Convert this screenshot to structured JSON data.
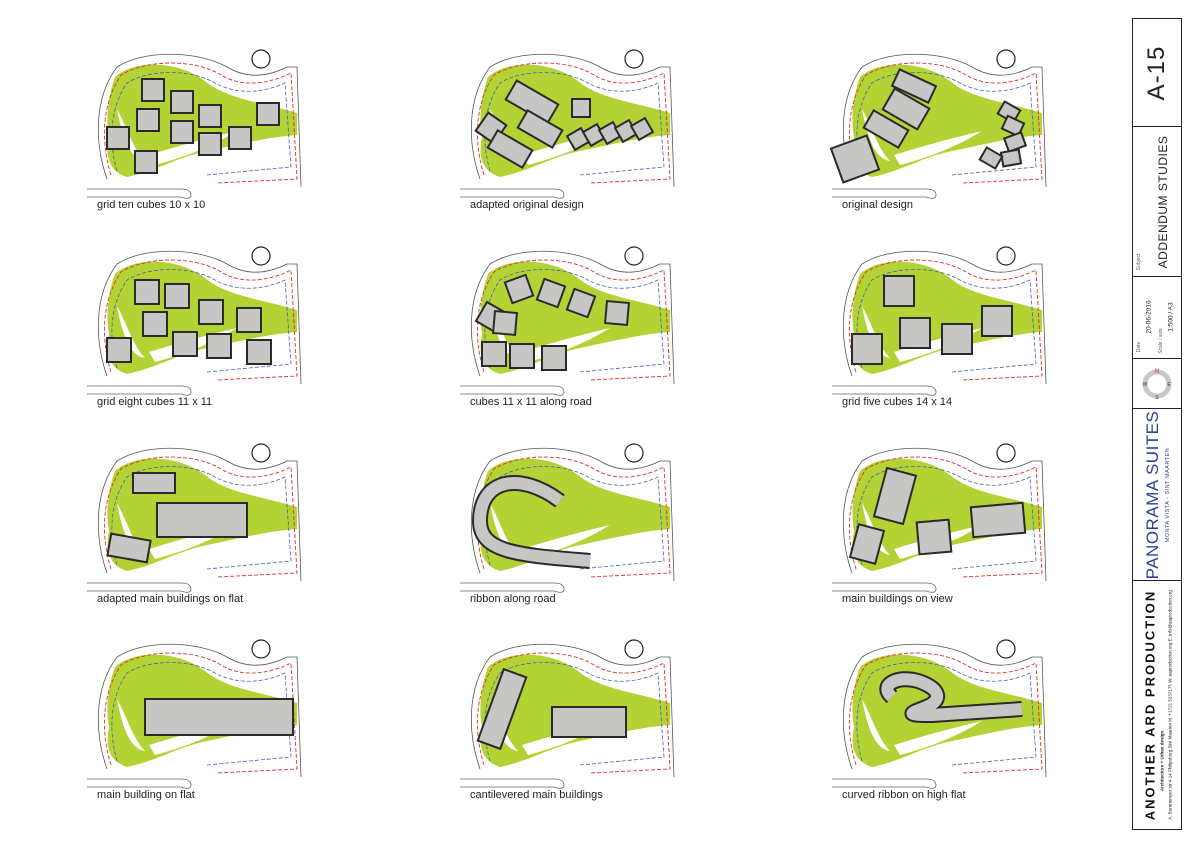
{
  "studies": [
    {
      "caption": "grid ten cubes 10 x 10"
    },
    {
      "caption": "adapted original design"
    },
    {
      "caption": "original design"
    },
    {
      "caption": "grid eight cubes 11 x 11"
    },
    {
      "caption": "cubes 11 x 11 along road"
    },
    {
      "caption": "grid five cubes 14 x 14"
    },
    {
      "caption": "adapted main buildings on flat"
    },
    {
      "caption": "ribbon along road"
    },
    {
      "caption": "main buildings on view"
    },
    {
      "caption": "main building on flat"
    },
    {
      "caption": "cantilevered main buildings"
    },
    {
      "caption": "curved ribbon on high flat"
    }
  ],
  "title_block": {
    "sheet_number": "A-15",
    "subject_label": "Subject",
    "subject": "ADDENDUM STUDIES",
    "date_label": "Date",
    "date": "20-06-2016",
    "scale_label": "Scale / size",
    "scale": "1:500 / A3",
    "compass": {
      "n": "N",
      "e": "E",
      "s": "S",
      "w": "W"
    },
    "project": "PANORAMA SUITES",
    "project_location": "MONTA VISTA - SINT MAARTEN",
    "firm": "ANOTHER ARD PRODUCTION",
    "firm_tagline": "Architecture + Urban design",
    "firm_address": "A. Burnnemyer str 4-14 Philipsburg Sint Maarten  M. +1721 5237175  W. aaproduction.org  E. info@aaproduction.org"
  },
  "colors": {
    "green": "#b3d334",
    "building_fill": "#c6c6c4",
    "building_stroke": "#2a2a2a",
    "boundary_red": "#e03030",
    "offset_blue": "#4b5fb0",
    "project_blue": "#2f3f93"
  }
}
